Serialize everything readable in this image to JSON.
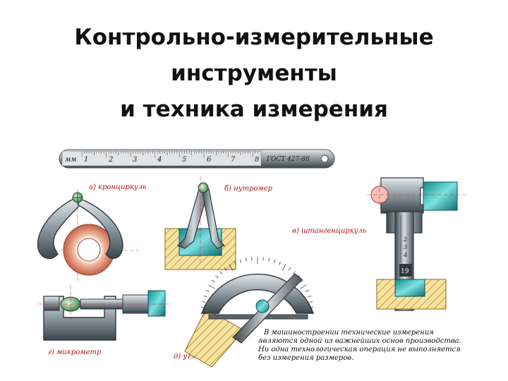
{
  "title": {
    "line1": "Контрольно-измерительные",
    "line2": "инструменты",
    "line3": "и техника измерения"
  },
  "ruler": {
    "unit": "мм",
    "marks": [
      "1",
      "2",
      "3",
      "4",
      "5",
      "6",
      "7",
      "8"
    ],
    "standard": "ГОСТ 427-86"
  },
  "tools": {
    "kronzirkul": "а) кронциркуль",
    "nutromer": "б) нутромер",
    "shtangen": "в) штангенциркуль",
    "mikrometr": "г) микрометр",
    "uglomer": "д) угломер"
  },
  "caliper_scale": [
    "2",
    "3",
    "4"
  ],
  "caliper_reading": "19",
  "note": {
    "line1": "В  машиностроении технические измерения",
    "line2": "являются одной из важнейших основ производства.",
    "line3": "Ни одна технологическая операция не выполняется",
    "line4": "без измерения размеров."
  },
  "colors": {
    "steel_dark": "#3f4a52",
    "steel_light": "#c9d1d6",
    "teal": "#1aa6a6",
    "hatch": "#e0b84a",
    "ring": "#d9826a",
    "label": "#b11212"
  }
}
